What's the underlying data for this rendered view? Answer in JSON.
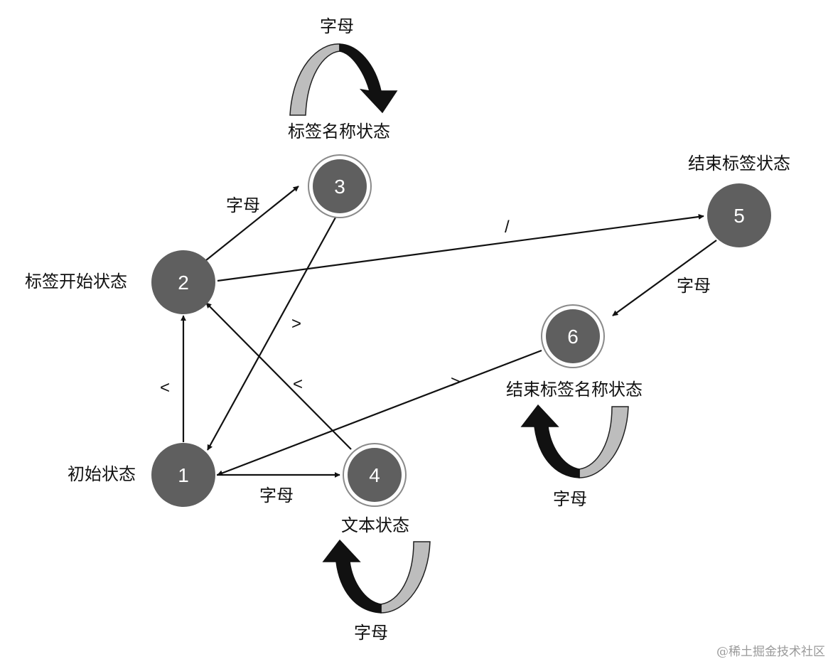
{
  "states": [
    {
      "id": "1",
      "label": "初始状态"
    },
    {
      "id": "2",
      "label": "标签开始状态"
    },
    {
      "id": "3",
      "label": "标签名称状态"
    },
    {
      "id": "4",
      "label": "文本状态"
    },
    {
      "id": "5",
      "label": "结束标签状态"
    },
    {
      "id": "6",
      "label": "结束标签名称状态"
    }
  ],
  "transitions": [
    {
      "from": "1",
      "to": "2",
      "label": "<"
    },
    {
      "from": "1",
      "to": "4",
      "label": "字母"
    },
    {
      "from": "2",
      "to": "3",
      "label": "字母"
    },
    {
      "from": "2",
      "to": "5",
      "label": "/"
    },
    {
      "from": "3",
      "to": "1",
      "label": ">"
    },
    {
      "from": "4",
      "to": "2",
      "label": "<"
    },
    {
      "from": "5",
      "to": "6",
      "label": "字母"
    },
    {
      "from": "6",
      "to": "1",
      "label": ">"
    },
    {
      "from": "3",
      "to": "3",
      "label": "字母"
    },
    {
      "from": "4",
      "to": "4",
      "label": "字母"
    },
    {
      "from": "6",
      "to": "6",
      "label": "字母"
    }
  ],
  "colors": {
    "node_fill": "#5f5f5f",
    "edge": "#111111",
    "loop_light": "#bdbdbd",
    "loop_dark": "#111111"
  },
  "watermark": "@稀土掘金技术社区"
}
